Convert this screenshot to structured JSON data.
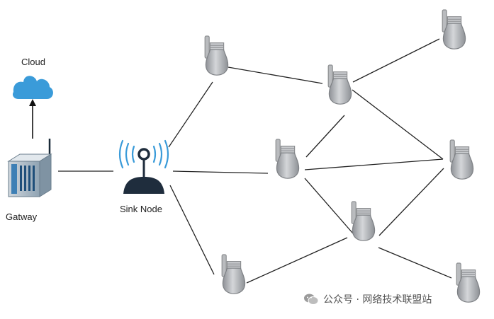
{
  "labels": {
    "cloud": "Cloud",
    "gateway": "Gatway",
    "sink": "Sink Node"
  },
  "watermark": {
    "text": "公众号 · 网络技术联盟站"
  },
  "colors": {
    "cloud": "#3a9bd9",
    "line": "#222222",
    "node_body": "#a5a8ad",
    "antenna": "#1f2d3d"
  },
  "icons": {
    "cloud": "cloud-icon",
    "gateway": "router-icon",
    "sink": "antenna-icon",
    "node": "bulb-sensor-icon"
  }
}
